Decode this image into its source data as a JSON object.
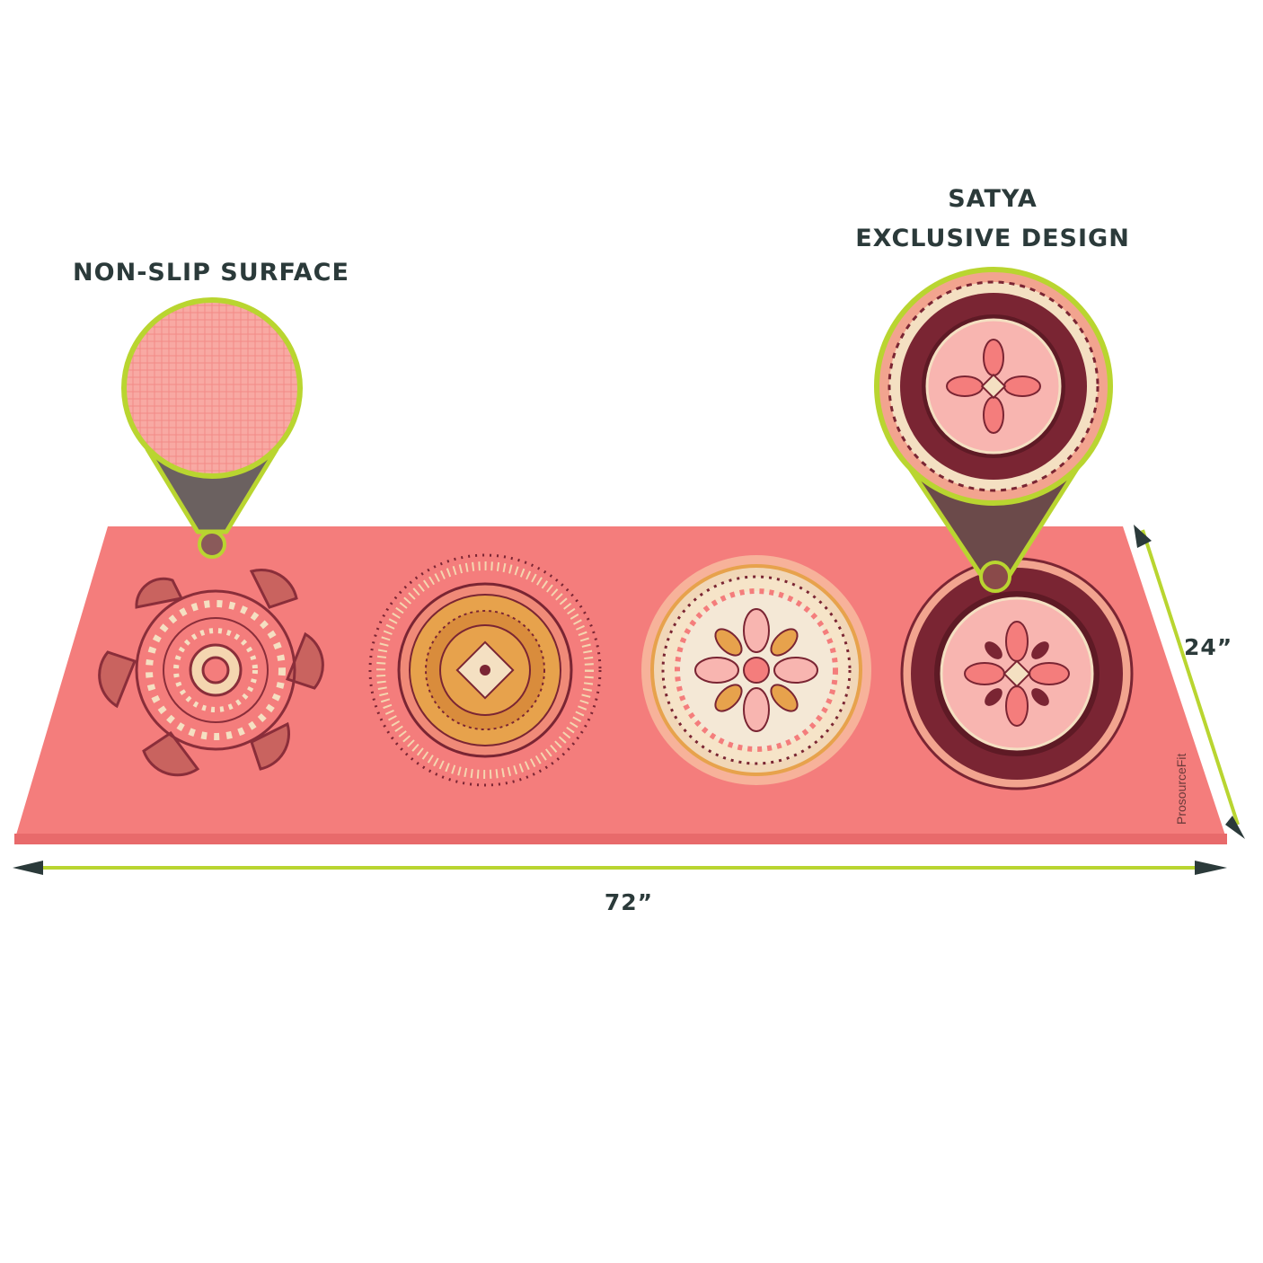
{
  "callouts": {
    "surface": {
      "line1": "NON-SLIP SURFACE"
    },
    "design": {
      "line1": "SATYA",
      "line2": "EXCLUSIVE DESIGN"
    }
  },
  "dimensions": {
    "width": "24”",
    "length": "72”"
  },
  "brand": {
    "logo_text": "ProsourceFit"
  },
  "colors": {
    "mat": "#f47d7c",
    "mat_edge": "#e86a6b",
    "accent_green": "#b9d530",
    "maroon": "#7a2533",
    "pale_pink": "#f8b5b0",
    "cream": "#f4e0c2",
    "gold": "#e7a24c",
    "text": "#2b3a3a"
  }
}
